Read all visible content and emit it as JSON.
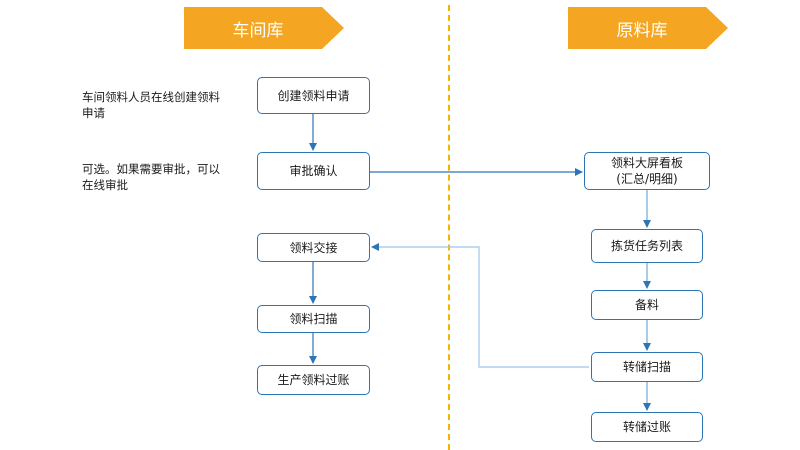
{
  "lanes": {
    "left": "车间库",
    "right": "原料库"
  },
  "colors": {
    "header_fill": "#f4a622",
    "header_text": "#ffffff",
    "divider": "#f4b400",
    "box_border": "#2e75b6",
    "arrow": "#2e75b6"
  },
  "left_notes": [
    "车间领料人员在线创建领料申请",
    "可选。如果需要审批，可以在线审批"
  ],
  "left_steps": [
    "创建领料申请",
    "审批确认",
    "领料交接",
    "领料扫描",
    "生产领料过账"
  ],
  "right_steps": [
    "领料大屏看板\n(汇总/明细)",
    "拣货任务列表",
    "备料",
    "转储扫描",
    "转储过账"
  ]
}
